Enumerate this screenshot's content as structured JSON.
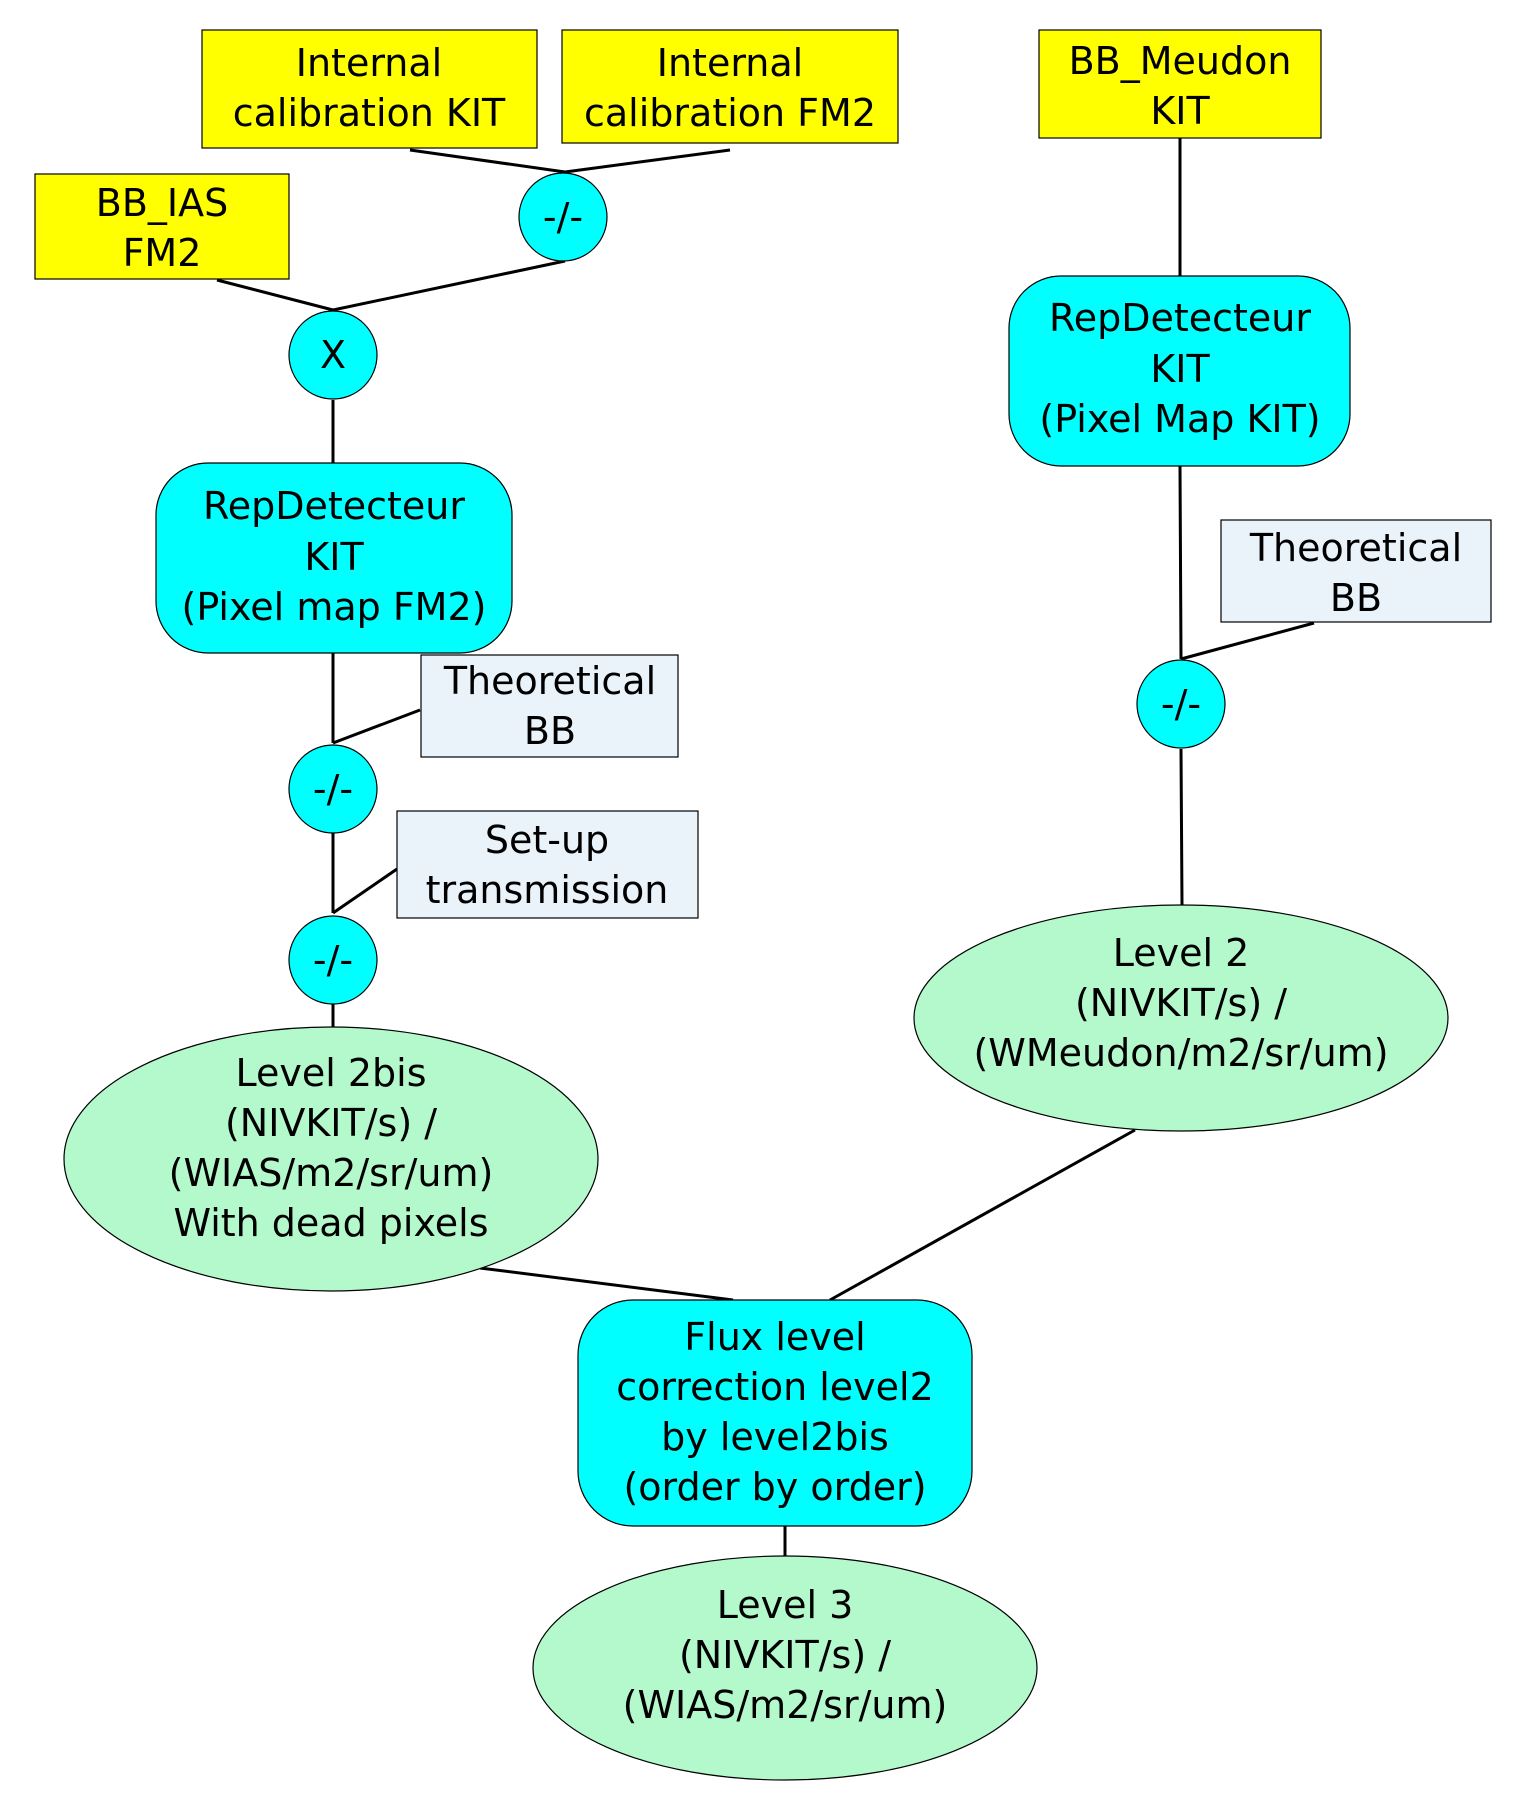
{
  "colors": {
    "input_box": "#ffff00",
    "process": "#00ffff",
    "reference_box": "#eaf2fa",
    "product": "#b3f9cc"
  },
  "nodes": {
    "internal_cal_kit": [
      "Internal",
      "calibration KIT"
    ],
    "internal_cal_fm2": [
      "Internal",
      "calibration FM2"
    ],
    "bb_meudon_kit": [
      "BB_Meudon",
      "KIT"
    ],
    "bb_ias_fm2": [
      "BB_IAS",
      "FM2"
    ],
    "op_divide_top": "-/-",
    "op_multiply": "X",
    "repdetecteur_left": [
      "RepDetecteur",
      "KIT",
      "(Pixel map FM2)"
    ],
    "repdetecteur_right": [
      "RepDetecteur",
      "KIT",
      "(Pixel Map KIT)"
    ],
    "theoretical_bb_left": [
      "Theoretical",
      "BB"
    ],
    "theoretical_bb_right": [
      "Theoretical",
      "BB"
    ],
    "op_divide_left_1": "-/-",
    "op_divide_left_2": "-/-",
    "op_divide_right": "-/-",
    "setup_transmission": [
      "Set-up",
      "transmission"
    ],
    "level2bis": [
      "Level 2bis",
      "(NIVKIT/s) /",
      "(WIAS/m2/sr/um)",
      "With dead pixels"
    ],
    "level2": [
      "Level 2",
      "(NIVKIT/s) /",
      "(WMeudon/m2/sr/um)"
    ],
    "flux_correction": [
      "Flux level",
      "correction level2",
      "by level2bis",
      "(order by order)"
    ],
    "level3": [
      "Level 3",
      "(NIVKIT/s) /",
      "(WIAS/m2/sr/um)"
    ]
  }
}
